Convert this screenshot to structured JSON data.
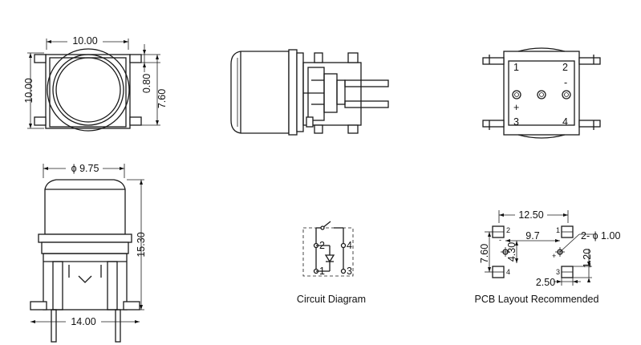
{
  "views": {
    "top": {
      "width_dim": "10.00",
      "height_dim": "10.00",
      "offset_dim": "0.80",
      "pitch_dim": "7.60"
    },
    "bottom": {
      "pins": [
        "1",
        "2",
        "3",
        "4"
      ],
      "plus": "+",
      "minus": "-"
    },
    "front": {
      "cap_dia": "ϕ 9.75",
      "height_dim": "15.30",
      "base_dim": "14.00"
    },
    "circuit": {
      "pins": [
        "1",
        "2",
        "3",
        "4"
      ],
      "caption": "Circuit Diagram"
    },
    "pcb": {
      "width_dim": "12.50",
      "inner_dim": "9.7",
      "height_dim": "7.60",
      "mid_dim": "4.30",
      "hole_dim": "2- ϕ 1.00",
      "small_dim": "1.20",
      "pad_dim": "2.50",
      "pins": [
        "1",
        "2",
        "3",
        "4"
      ],
      "plus": "+",
      "minus": "-",
      "caption": "PCB Layout Recommended"
    }
  }
}
